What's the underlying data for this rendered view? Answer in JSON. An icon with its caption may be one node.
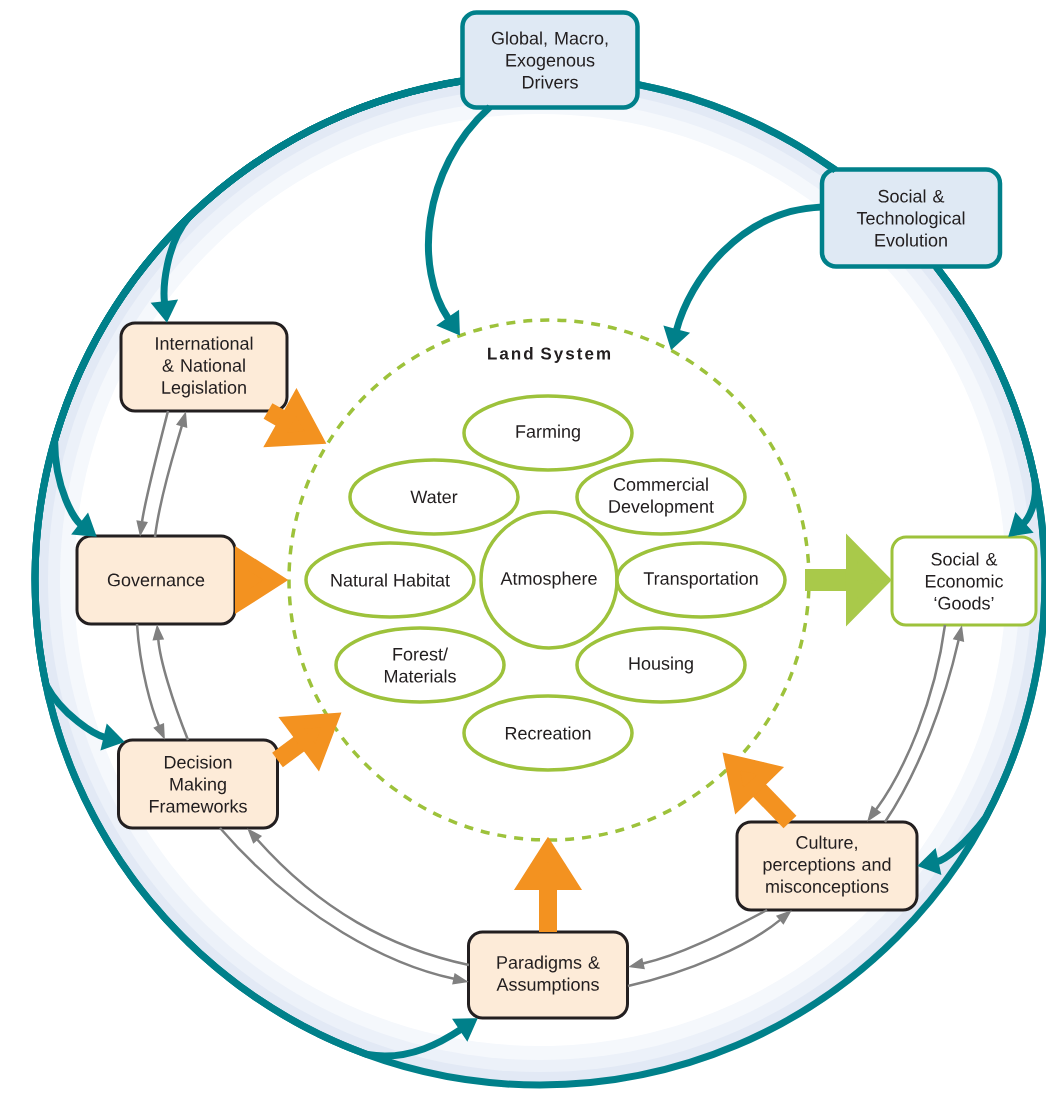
{
  "diagram": {
    "nodes": [
      {
        "text": [
          "Global, Macro, Exogenous Drivers"
        ]
      },
      {
        "text": [
          "Social & Technological Evolution"
        ]
      },
      {
        "text": [
          "International & National Legislation"
        ]
      },
      {
        "text": [
          "Governance"
        ]
      },
      {
        "text": [
          "Decision Making Frameworks"
        ]
      },
      {
        "text": [
          "Paradigms & Assumptions"
        ]
      },
      {
        "text": [
          "Culture, perceptions and misconceptions"
        ]
      },
      {
        "text": [
          "Social & Economic ‘Goods’"
        ]
      },
      {
        "text": [
          "Land System"
        ]
      },
      {
        "text": [
          "Farming"
        ],
        "in": 8
      },
      {
        "text": [
          "Water"
        ],
        "in": 8
      },
      {
        "text": [
          "Commercial Development"
        ],
        "in": 8
      },
      {
        "text": [
          "Natural Habitat"
        ],
        "in": 8
      },
      {
        "text": [
          "Atmosphere"
        ],
        "in": 8
      },
      {
        "text": [
          "Transportation"
        ],
        "in": 8
      },
      {
        "text": [
          "Forest/ Materials"
        ],
        "in": 8
      },
      {
        "text": [
          "Housing"
        ],
        "in": 8
      },
      {
        "text": [
          "Recreation"
        ],
        "in": 8
      }
    ],
    "edges": [
      {
        "from": 0,
        "to": 1,
        "arrow": "none",
        "color": "#00808a"
      },
      {
        "from": 0,
        "to": 2,
        "arrow": "to",
        "color": "#00808a"
      },
      {
        "from": 0,
        "to": 3,
        "arrow": "to",
        "color": "#00808a"
      },
      {
        "from": 0,
        "to": 4,
        "arrow": "to",
        "color": "#00808a"
      },
      {
        "from": 0,
        "to": 5,
        "arrow": "to",
        "color": "#00808a"
      },
      {
        "from": 0,
        "to": 8,
        "arrow": "to",
        "color": "#00808a"
      },
      {
        "from": 1,
        "to": 8,
        "arrow": "to",
        "color": "#00808a"
      },
      {
        "from": 1,
        "to": 7,
        "arrow": "to",
        "color": "#00808a"
      },
      {
        "from": 1,
        "to": 6,
        "arrow": "to",
        "color": "#00808a"
      },
      {
        "from": 2,
        "to": 8,
        "arrow": "to",
        "style": "thick",
        "color": "#f39220"
      },
      {
        "from": 3,
        "to": 8,
        "arrow": "to",
        "style": "thick",
        "color": "#f39220"
      },
      {
        "from": 4,
        "to": 8,
        "arrow": "to",
        "style": "thick",
        "color": "#f39220"
      },
      {
        "from": 5,
        "to": 8,
        "arrow": "to",
        "style": "thick",
        "color": "#f39220"
      },
      {
        "from": 6,
        "to": 8,
        "arrow": "to",
        "style": "thick",
        "color": "#f39220"
      },
      {
        "from": 8,
        "to": 7,
        "arrow": "to",
        "style": "thick",
        "color": "#a9c94a"
      },
      {
        "from": 2,
        "to": 3,
        "arrow": "to"
      },
      {
        "from": 3,
        "to": 2,
        "arrow": "to"
      },
      {
        "from": 3,
        "to": 4,
        "arrow": "to"
      },
      {
        "from": 4,
        "to": 3,
        "arrow": "to"
      },
      {
        "from": 4,
        "to": 5,
        "arrow": "to"
      },
      {
        "from": 5,
        "to": 4,
        "arrow": "to"
      },
      {
        "from": 6,
        "to": 5,
        "arrow": "to"
      },
      {
        "from": 5,
        "to": 6,
        "arrow": "to"
      },
      {
        "from": 7,
        "to": 6,
        "arrow": "to"
      },
      {
        "from": 6,
        "to": 7,
        "arrow": "to"
      }
    ]
  }
}
